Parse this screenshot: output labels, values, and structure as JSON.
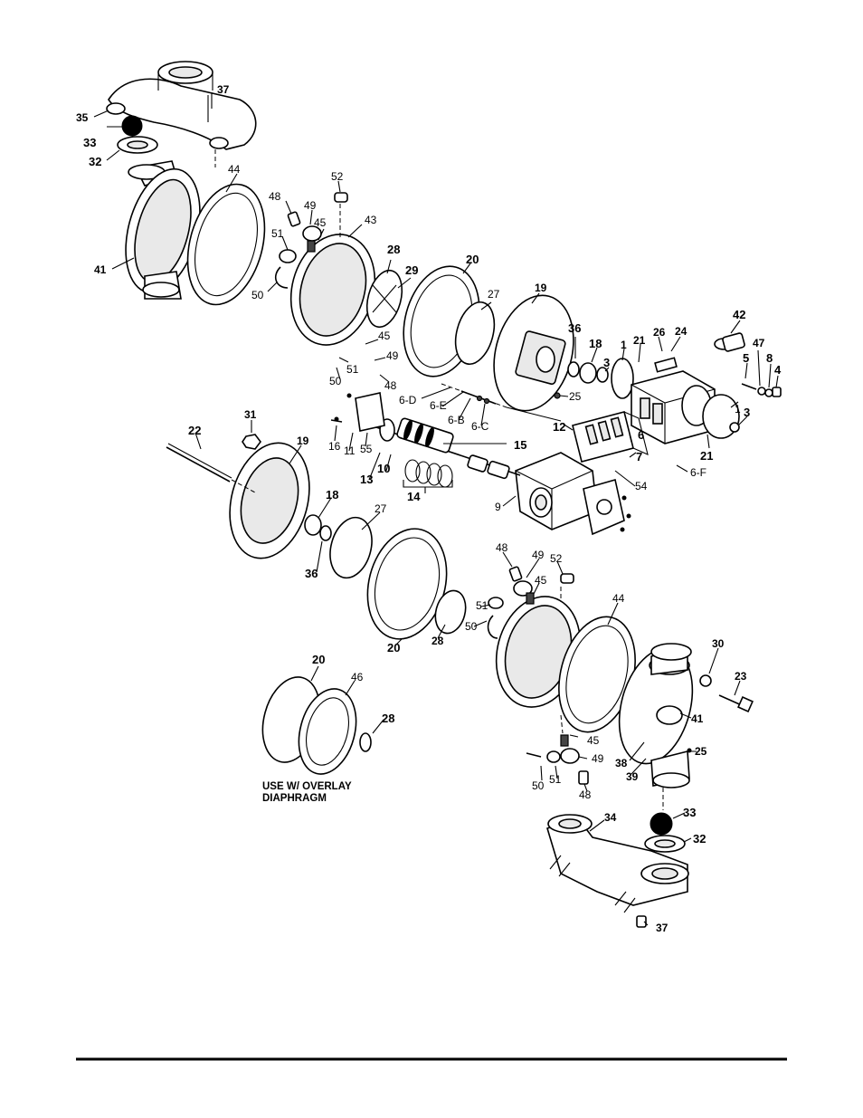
{
  "figure": {
    "note_line1": "USE W/ OVERLAY",
    "note_line2": "DIAPHRAGM",
    "callouts": [
      {
        "id": "top-37",
        "text": "37",
        "bold": false
      },
      {
        "id": "top-35",
        "text": "35",
        "bold": false
      },
      {
        "id": "top-33",
        "text": "33",
        "bold": true
      },
      {
        "id": "top-32",
        "text": "32",
        "bold": true
      },
      {
        "id": "top-44",
        "text": "44",
        "bold": false
      },
      {
        "id": "top-41",
        "text": "41",
        "bold": false
      },
      {
        "id": "top-52",
        "text": "52",
        "bold": false
      },
      {
        "id": "top-48",
        "text": "48",
        "bold": false
      },
      {
        "id": "top-49",
        "text": "49",
        "bold": false
      },
      {
        "id": "top-45",
        "text": "45",
        "bold": false
      },
      {
        "id": "top-43",
        "text": "43",
        "bold": false
      },
      {
        "id": "top-51",
        "text": "51",
        "bold": false
      },
      {
        "id": "top-50",
        "text": "50",
        "bold": false
      },
      {
        "id": "top-28",
        "text": "28",
        "bold": true
      },
      {
        "id": "top-29",
        "text": "29",
        "bold": true
      },
      {
        "id": "top-20",
        "text": "20",
        "bold": true
      },
      {
        "id": "top-27",
        "text": "27",
        "bold": false
      },
      {
        "id": "top-19",
        "text": "19",
        "bold": false
      },
      {
        "id": "mid-45",
        "text": "45",
        "bold": false
      },
      {
        "id": "mid-49",
        "text": "49",
        "bold": false
      },
      {
        "id": "mid-50",
        "text": "50",
        "bold": false
      },
      {
        "id": "mid-51",
        "text": "51",
        "bold": false
      },
      {
        "id": "mid-48",
        "text": "48",
        "bold": false
      },
      {
        "id": "mid-36",
        "text": "36",
        "bold": true
      },
      {
        "id": "mid-18",
        "text": "18",
        "bold": true
      },
      {
        "id": "mid-1a",
        "text": "1",
        "bold": false
      },
      {
        "id": "mid-21a",
        "text": "21",
        "bold": false
      },
      {
        "id": "mid-26",
        "text": "26",
        "bold": false
      },
      {
        "id": "mid-24",
        "text": "24",
        "bold": false
      },
      {
        "id": "mid-42",
        "text": "42",
        "bold": true
      },
      {
        "id": "mid-3a",
        "text": "3",
        "bold": true
      },
      {
        "id": "mid-5",
        "text": "5",
        "bold": true
      },
      {
        "id": "mid-47",
        "text": "47",
        "bold": false
      },
      {
        "id": "mid-8",
        "text": "8",
        "bold": true
      },
      {
        "id": "mid-4",
        "text": "4",
        "bold": true
      },
      {
        "id": "mid-25",
        "text": "25",
        "bold": false
      },
      {
        "id": "mid-6D",
        "text": "6-D",
        "bold": false
      },
      {
        "id": "mid-6E",
        "text": "6-E",
        "bold": false
      },
      {
        "id": "mid-6B",
        "text": "6-B",
        "bold": false
      },
      {
        "id": "mid-6C",
        "text": "6-C",
        "bold": false
      },
      {
        "id": "mid-12",
        "text": "12",
        "bold": true
      },
      {
        "id": "mid-6",
        "text": "6",
        "bold": true
      },
      {
        "id": "mid-7",
        "text": "7",
        "bold": true
      },
      {
        "id": "mid-1b",
        "text": "1",
        "bold": false
      },
      {
        "id": "mid-3b",
        "text": "3",
        "bold": true
      },
      {
        "id": "mid-21b",
        "text": "21",
        "bold": true
      },
      {
        "id": "mid-6F",
        "text": "6-F",
        "bold": false
      },
      {
        "id": "mid-22",
        "text": "22",
        "bold": true
      },
      {
        "id": "mid-31",
        "text": "31",
        "bold": false
      },
      {
        "id": "mid-19",
        "text": "19",
        "bold": false
      },
      {
        "id": "mid-16",
        "text": "16",
        "bold": false
      },
      {
        "id": "mid-11",
        "text": "11",
        "bold": false
      },
      {
        "id": "mid-55",
        "text": "55",
        "bold": false
      },
      {
        "id": "mid-13",
        "text": "13",
        "bold": true
      },
      {
        "id": "mid-10",
        "text": "10",
        "bold": true
      },
      {
        "id": "mid-15",
        "text": "15",
        "bold": true
      },
      {
        "id": "mid-14",
        "text": "14",
        "bold": true
      },
      {
        "id": "mid-9",
        "text": "9",
        "bold": false
      },
      {
        "id": "mid-54",
        "text": "54",
        "bold": false
      },
      {
        "id": "low-18",
        "text": "18",
        "bold": true
      },
      {
        "id": "low-27",
        "text": "27",
        "bold": false
      },
      {
        "id": "low-36",
        "text": "36",
        "bold": true
      },
      {
        "id": "low-20",
        "text": "20",
        "bold": true
      },
      {
        "id": "low-28",
        "text": "28",
        "bold": true
      },
      {
        "id": "low-48",
        "text": "48",
        "bold": false
      },
      {
        "id": "low-49",
        "text": "49",
        "bold": false
      },
      {
        "id": "low-52",
        "text": "52",
        "bold": false
      },
      {
        "id": "low-45",
        "text": "45",
        "bold": false
      },
      {
        "id": "low-51",
        "text": "51",
        "bold": false
      },
      {
        "id": "low-50",
        "text": "50",
        "bold": false
      },
      {
        "id": "low-44",
        "text": "44",
        "bold": false
      },
      {
        "id": "low-30",
        "text": "30",
        "bold": false
      },
      {
        "id": "low-23",
        "text": "23",
        "bold": false
      },
      {
        "id": "low-41",
        "text": "41",
        "bold": false
      },
      {
        "id": "low-25",
        "text": "25",
        "bold": false
      },
      {
        "id": "low-45b",
        "text": "45",
        "bold": false
      },
      {
        "id": "low-49b",
        "text": "49",
        "bold": false
      },
      {
        "id": "low-38",
        "text": "38",
        "bold": false
      },
      {
        "id": "low-39",
        "text": "39",
        "bold": false
      },
      {
        "id": "low-50b",
        "text": "50",
        "bold": false
      },
      {
        "id": "low-51b",
        "text": "51",
        "bold": false
      },
      {
        "id": "low-48b",
        "text": "48",
        "bold": false
      },
      {
        "id": "ov-20",
        "text": "20",
        "bold": true
      },
      {
        "id": "ov-46",
        "text": "46",
        "bold": false
      },
      {
        "id": "ov-28",
        "text": "28",
        "bold": true
      },
      {
        "id": "bot-33",
        "text": "33",
        "bold": true
      },
      {
        "id": "bot-34",
        "text": "34",
        "bold": false
      },
      {
        "id": "bot-32",
        "text": "32",
        "bold": true
      },
      {
        "id": "bot-37",
        "text": "37",
        "bold": false
      }
    ]
  }
}
